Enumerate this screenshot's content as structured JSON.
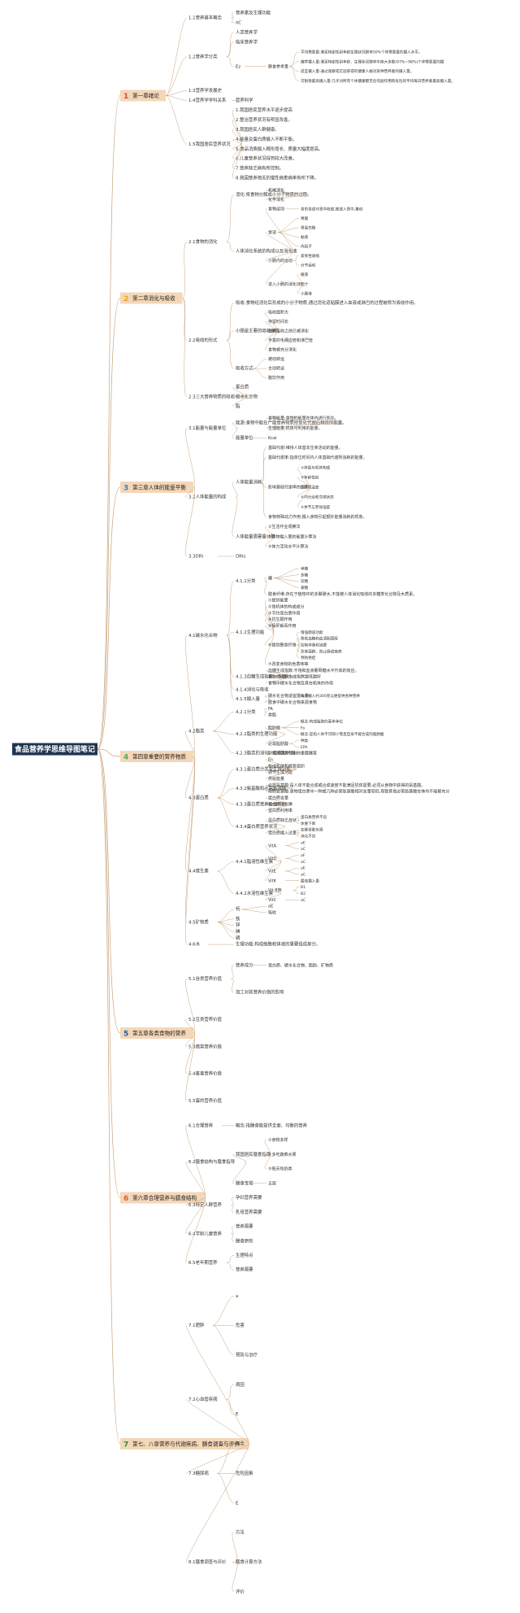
{
  "title": "食品营养学思维导图笔记",
  "colors": {
    "line": "#c9a27a",
    "root_bg": "#1f3550",
    "root_text": "#ffffff",
    "chapter_box": "#f4d7b8"
  },
  "chapters": [
    {
      "num": "1",
      "label": "第一章绪论",
      "color": "#e0452f",
      "children": [
        {
          "label": "1.1营养基本概念",
          "children": [
            {
              "label": "营养素及生理功能"
            },
            {
              "label": "πC"
            }
          ]
        },
        {
          "label": "1.2营养学分类",
          "children": [
            {
              "label": "人类营养学"
            },
            {
              "label": "临床营养学"
            },
            {
              "label": "Ez",
              "children": [
                {
                  "label": "膳食参考量",
                  "children": [
                    {
                      "label": "平均需要量:满足特定性别年龄生理状况群体50%个体需要量的摄入水平。"
                    },
                    {
                      "label": "推荐摄入量:满足特定性别年龄、生理状况群体中绝大多数(97%~98%)个体需要量的摄入水平。"
                    },
                    {
                      "label": "适宜摄入量:通过观察或实验获得的健康人群对某种营养素的摄入量。"
                    },
                    {
                      "label": "可耐受最高摄入量:几乎对所有个体健康都无任何副作用和危险的平均每日营养素最高摄入量。"
                    }
                  ]
                }
              ]
            }
          ]
        },
        {
          "label": "1.3营养学发展史"
        },
        {
          "label": "1.4营养学学科关系",
          "children": [
            {
              "label": "营养科学"
            }
          ]
        },
        {
          "label": "1.5我国居民营养状况",
          "children": [
            {
              "label": "1.我国居民营养水平逐步提高"
            },
            {
              "label": "2.整治营养状况有明显改善。"
            },
            {
              "label": "3.我国居民人群健康。"
            },
            {
              "label": "4.能量及蛋白质摄入不断平衡。"
            },
            {
              "label": "5.食品消费摄入畸形增长、质量大幅度提高。"
            },
            {
              "label": "6.儿童营养状况得到较大改善。"
            },
            {
              "label": "7.营养缺乏病有所控制。"
            },
            {
              "label": "8.我国营养相关的慢性病患病率有所下降。"
            }
          ]
        }
      ]
    },
    {
      "num": "2",
      "label": "第二章消化与吸收",
      "color": "#e8a020",
      "children": [
        {
          "label": "2.1食物的消化",
          "children": [
            {
              "label": "消化:将食物分解成小分子物质的过程。",
              "children": [
                {
                  "label": "机械消化"
                },
                {
                  "label": "化学消化"
                }
              ]
            },
            {
              "label": "人体消化系统的构成以及消化液",
              "children": [
                {
                  "label": "食物运动",
                  "children": [
                    {
                      "label": "食的食道与胃中收缩,被送入胃中,推动"
                    }
                  ]
                },
                {
                  "label": "胃液",
                  "children": [
                    {
                      "label": "胃酸"
                    },
                    {
                      "label": "胃蛋白酶"
                    },
                    {
                      "label": "黏液"
                    },
                    {
                      "label": "内因子"
                    }
                  ]
                },
                {
                  "label": "小肠内的运动",
                  "children": [
                    {
                      "label": "紧张性收缩"
                    },
                    {
                      "label": "分节运动"
                    }
                  ]
                },
                {
                  "label": "进入小肠的消化液",
                  "children": [
                    {
                      "label": "胰液"
                    },
                    {
                      "label": "胆汁"
                    },
                    {
                      "label": "小肠液"
                    }
                  ]
                }
              ]
            }
          ]
        },
        {
          "label": "2.2吸收的形式",
          "children": [
            {
              "label": "吸收:食物经消化后形成的小分子物质,通过消化道粘膜进入血液或淋巴的过程被称为吸收作用。"
            },
            {
              "label": "小肠是主要的吸收部位",
              "children": [
                {
                  "label": "吸收面积大"
                },
                {
                  "label": "存留时间长"
                },
                {
                  "label": "在被吸收之前已被消化"
                },
                {
                  "label": "丰富的毛细血管和淋巴管"
                },
                {
                  "label": "食物被充分消化"
                }
              ]
            },
            {
              "label": "吸收方式",
              "children": [
                {
                  "label": "被动转运"
                },
                {
                  "label": "主动转运"
                },
                {
                  "label": "胞饮作用"
                }
              ]
            }
          ]
        },
        {
          "label": "2.3三大营养物质的吸收",
          "children": [
            {
              "label": "蛋白质"
            },
            {
              "label": "碳水化合物"
            },
            {
              "label": "脂"
            }
          ]
        }
      ]
    },
    {
      "num": "3",
      "label": "第三章人体的能量平衡",
      "color": "#2f7fd0",
      "children": [
        {
          "label": "3.1能量与能量单位",
          "children": [
            {
              "label": "能源:食物中能在产能营养物质经氧化代谢后释放的能量。",
              "children": [
                {
                  "label": "食物能量:食物的能量在体内进行氧化。"
                },
                {
                  "label": "生理能量:机体可利用的能量。"
                }
              ]
            },
            {
              "label": "能量单位",
              "children": [
                {
                  "label": "Kcal"
                }
              ]
            }
          ]
        },
        {
          "label": "3.2人体能量的构成",
          "children": [
            {
              "label": "人体能量消耗",
              "children": [
                {
                  "label": "基础代谢:维持人体基本生命活动的能量。"
                },
                {
                  "label": "基础代谢率:指单位时间内人体基础代谢所消耗的能量。"
                },
                {
                  "label": "影响基础代谢率的因素",
                  "children": [
                    {
                      "label": "①体型与机体构成"
                    },
                    {
                      "label": "②年龄性别"
                    },
                    {
                      "label": "③环境温度"
                    },
                    {
                      "label": "④内分泌和交感状态"
                    },
                    {
                      "label": "⑤季节与劳动强度"
                    }
                  ]
                },
                {
                  "label": "食物特殊动力作用:摄入食物引起额外能量消耗的现象。"
                }
              ]
            },
            {
              "label": "人体能量需要量计算",
              "children": [
                {
                  "label": "①生活作业观察法"
                },
                {
                  "label": "②食物摄入量的能量计算法"
                },
                {
                  "label": "③体力活动水平计算法"
                }
              ]
            }
          ]
        },
        {
          "label": "3.3DRI",
          "children": [
            {
              "label": "DRIs"
            }
          ]
        }
      ]
    },
    {
      "num": "4",
      "label": "第四章重要的营养物质",
      "color": "#4caf50",
      "children": [
        {
          "label": "4.1碳水化合物",
          "children": [
            {
              "label": "4.1.1分类",
              "children": [
                {
                  "label": "糖",
                  "children": [
                    {
                      "label": "单糖"
                    },
                    {
                      "label": "多糖"
                    },
                    {
                      "label": "双糖"
                    },
                    {
                      "label": "寡糖"
                    }
                  ]
                },
                {
                  "label": "膳食纤维:存在于植物中的多聚碳水,不能被人体消化吸收的多糖类化合物及木质素。"
                }
              ]
            },
            {
              "label": "4.1.2生理功能",
              "children": [
                {
                  "label": "①提供能量"
                },
                {
                  "label": "②是机体的构成成分"
                },
                {
                  "label": "③节约蛋白质作用"
                },
                {
                  "label": "④抗生酮作用"
                },
                {
                  "label": "⑤保肝解毒作用"
                },
                {
                  "label": "⑥提供膳食纤维",
                  "children": [
                    {
                      "label": "增强肠道功能"
                    },
                    {
                      "label": "降低血糖和血清胆固醇"
                    },
                    {
                      "label": "控制体重和减肥"
                    },
                    {
                      "label": "改善菌群、防止肠道疾病"
                    },
                    {
                      "label": "预防癌症"
                    }
                  ]
                },
                {
                  "label": "⑦改变食物的色香味等"
                }
              ]
            },
            {
              "label": "4.1.3血糖生成指数、多糖",
              "children": [
                {
                  "label": "血糖生成指数:不饱和血液葡萄糖水平升高的效应。"
                },
                {
                  "label": "食物的血糖生成指数越低越好"
                },
                {
                  "label": "食物中碳水化合物及其在机体的作用"
                }
              ]
            },
            {
              "label": "4.1.4消化与吸收"
            },
            {
              "label": "4.1.5摄入量",
              "children": [
                {
                  "label": "碳水化合物适宜摄入量",
                  "children": [
                    {
                      "label": "每天摄入约300克以便提供各种营养"
                    }
                  ]
                },
                {
                  "label": "膳食中碳水化合物来源食物"
                }
              ]
            }
          ]
        },
        {
          "label": "4.2脂类",
          "children": [
            {
              "label": "4.2.1分类",
              "children": [
                {
                  "label": "FA"
                },
                {
                  "label": "类脂"
                }
              ]
            },
            {
              "label": "4.2.2脂类的生理功能",
              "children": [
                {
                  "label": "脂肪酸",
                  "children": [
                    {
                      "label": "概念:构成脂肪的基本单位"
                    },
                    {
                      "label": "Fo"
                    },
                    {
                      "label": "概念:是指人体不可缺少而且自身不能合成的脂肪酸"
                    }
                  ]
                },
                {
                  "label": "必需脂肪酸",
                  "children": [
                    {
                      "label": "种类"
                    },
                    {
                      "label": "EPA"
                    }
                  ]
                }
              ]
            },
            {
              "label": "4.2.3脂类的消化、吸收和代谢",
              "children": [
                {
                  "label": "肝脏是脂类代谢的重要器官"
                }
              ]
            }
          ]
        },
        {
          "label": "4.3蛋白质",
          "children": [
            {
              "label": "4.3.1蛋白质分类及生理功能",
              "children": [
                {
                  "label": "En"
                },
                {
                  "label": "构成机体和修复组织"
                },
                {
                  "label": "调节生理功能"
                },
                {
                  "label": "供给能量"
                }
              ]
            },
            {
              "label": "4.3.2氨基酸和必需氨基酸",
              "children": [
                {
                  "label": "必需氨基酸:是人体不能合成或合成速度不能满足机体需要,必须从食物中获得的氨基酸。"
                },
                {
                  "label": "限制氨基酸:食物蛋白质中一种或几种必需氨基酸相对含量较低,导致其他必需氨基酸在体内不能被充分利用而使蛋白质营养价值降低。"
                }
              ]
            },
            {
              "label": "4.3.3蛋白质营养价值评价",
              "children": [
                {
                  "label": "蛋白质含量"
                },
                {
                  "label": "蛋白质消化率"
                },
                {
                  "label": "蛋白质利用率"
                }
              ]
            },
            {
              "label": "4.3.4蛋白质营养状况",
              "children": [
                {
                  "label": "蛋白质缺乏症状",
                  "children": [
                    {
                      "label": "蛋白质营养不良"
                    },
                    {
                      "label": "体重下降"
                    }
                  ]
                },
                {
                  "label": "蛋白质摄入过量",
                  "children": [
                    {
                      "label": "加重肾脏负担"
                    },
                    {
                      "label": "消化不良"
                    }
                  ]
                }
              ]
            }
          ]
        },
        {
          "label": "4.4维生素",
          "children": [
            {
              "label": "4.4.1脂溶性维生素",
              "children": [
                {
                  "label": "VitA",
                  "children": [
                    {
                      "label": "aE"
                    },
                    {
                      "label": "aC"
                    }
                  ]
                },
                {
                  "label": "VitD",
                  "children": [
                    {
                      "label": "aF"
                    },
                    {
                      "label": "aC"
                    }
                  ]
                },
                {
                  "label": "VitE",
                  "children": [
                    {
                      "label": "aE"
                    },
                    {
                      "label": "aC"
                    }
                  ]
                },
                {
                  "label": "VitK",
                  "children": [
                    {
                      "label": "最佳摄入量"
                    }
                  ]
                }
              ]
            },
            {
              "label": "4.4.2水溶性维生素",
              "children": [
                {
                  "label": "Vit B族",
                  "children": [
                    {
                      "label": "B1"
                    },
                    {
                      "label": "B2"
                    }
                  ]
                },
                {
                  "label": "VitC",
                  "children": [
                    {
                      "label": "aC"
                    }
                  ]
                }
              ]
            }
          ]
        },
        {
          "label": "4.5矿物质",
          "children": [
            {
              "label": "钙",
              "children": [
                {
                  "label": "aE"
                },
                {
                  "label": "吸收"
                }
              ]
            },
            {
              "label": "铁"
            },
            {
              "label": "锌"
            },
            {
              "label": "碘"
            },
            {
              "label": "硒"
            }
          ]
        },
        {
          "label": "4.6水",
          "children": [
            {
              "label": "生理功能:构成细胞和体液的重要组成部分。"
            }
          ]
        }
      ]
    },
    {
      "num": "5",
      "label": "第五章各类食物的营养",
      "color": "#1a5fb4",
      "children": [
        {
          "label": "5.1谷类营养价值",
          "children": [
            {
              "label": "营养成分",
              "children": [
                {
                  "label": "蛋白质、碳水化合物、脂肪、矿物质"
                }
              ]
            },
            {
              "label": "加工对其营养价值的影响"
            }
          ]
        },
        {
          "label": "5.2豆类营养价值"
        },
        {
          "label": "5.3蔬菜营养价值"
        },
        {
          "label": "5.4畜禽营养价值"
        },
        {
          "label": "5.5蛋的营养价值"
        }
      ]
    },
    {
      "num": "6",
      "label": "第六章合理营养与膳食结构",
      "color": "#e05a2a",
      "children": [
        {
          "label": "6.1合理营养",
          "children": [
            {
              "label": "概念:指膳食能提供全面、均衡的营养"
            }
          ]
        },
        {
          "label": "6.2膳食结构与膳食指导",
          "children": [
            {
              "label": "我国居民膳食指南",
              "children": [
                {
                  "label": "①食物多样"
                },
                {
                  "label": "②多吃蔬菜水果"
                },
                {
                  "label": "③每天吃奶类"
                }
              ]
            },
            {
              "label": "膳食宝塔",
              "children": [
                {
                  "label": "五层"
                }
              ]
            }
          ]
        },
        {
          "label": "6.3特定人群营养",
          "children": [
            {
              "label": "孕妇营养需要"
            },
            {
              "label": "乳母营养需要"
            }
          ]
        },
        {
          "label": "6.4学龄儿童营养",
          "children": [
            {
              "label": "营养需要"
            },
            {
              "label": "膳食原则"
            }
          ]
        },
        {
          "label": "6.5老年期营养",
          "children": [
            {
              "label": "生理特点"
            },
            {
              "label": "营养需要"
            }
          ]
        }
      ]
    },
    {
      "num": "7",
      "label": "第七、八章营养与代谢疾病、膳食调查与评价",
      "color": "#2e8b3a",
      "children": [
        {
          "label": "7.1肥胖",
          "children": [
            {
              "label": "a"
            },
            {
              "label": "危害"
            },
            {
              "label": "预防与治疗"
            }
          ]
        },
        {
          "label": "7.2心血管疾病",
          "children": [
            {
              "label": "病因"
            },
            {
              "label": "E"
            }
          ]
        },
        {
          "label": "7.3糖尿病",
          "children": [
            {
              "label": "概念"
            },
            {
              "label": "危险因素"
            },
            {
              "label": "E"
            }
          ]
        },
        {
          "label": "8.1膳食调查与评价",
          "children": [
            {
              "label": "方法"
            },
            {
              "label": "膳食计算方法"
            },
            {
              "label": "评价"
            }
          ]
        }
      ]
    }
  ]
}
